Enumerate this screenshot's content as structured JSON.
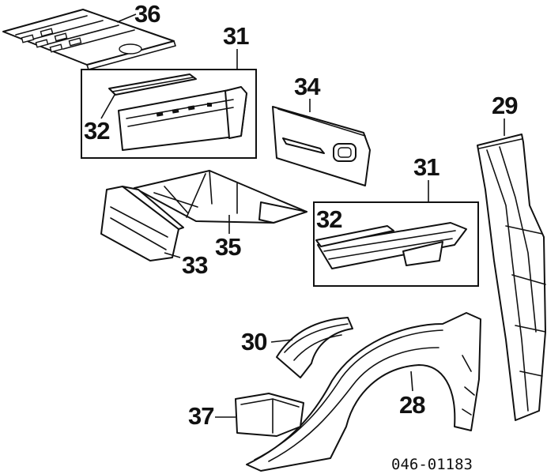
{
  "callouts": {
    "p36": "36",
    "p31_top": "31",
    "p32_top": "32",
    "p34": "34",
    "p29": "29",
    "p31_mid": "31",
    "p32_mid": "32",
    "p35": "35",
    "p33": "33",
    "p30": "30",
    "p28": "28",
    "p37": "37"
  },
  "drawing_code": "046-01183"
}
